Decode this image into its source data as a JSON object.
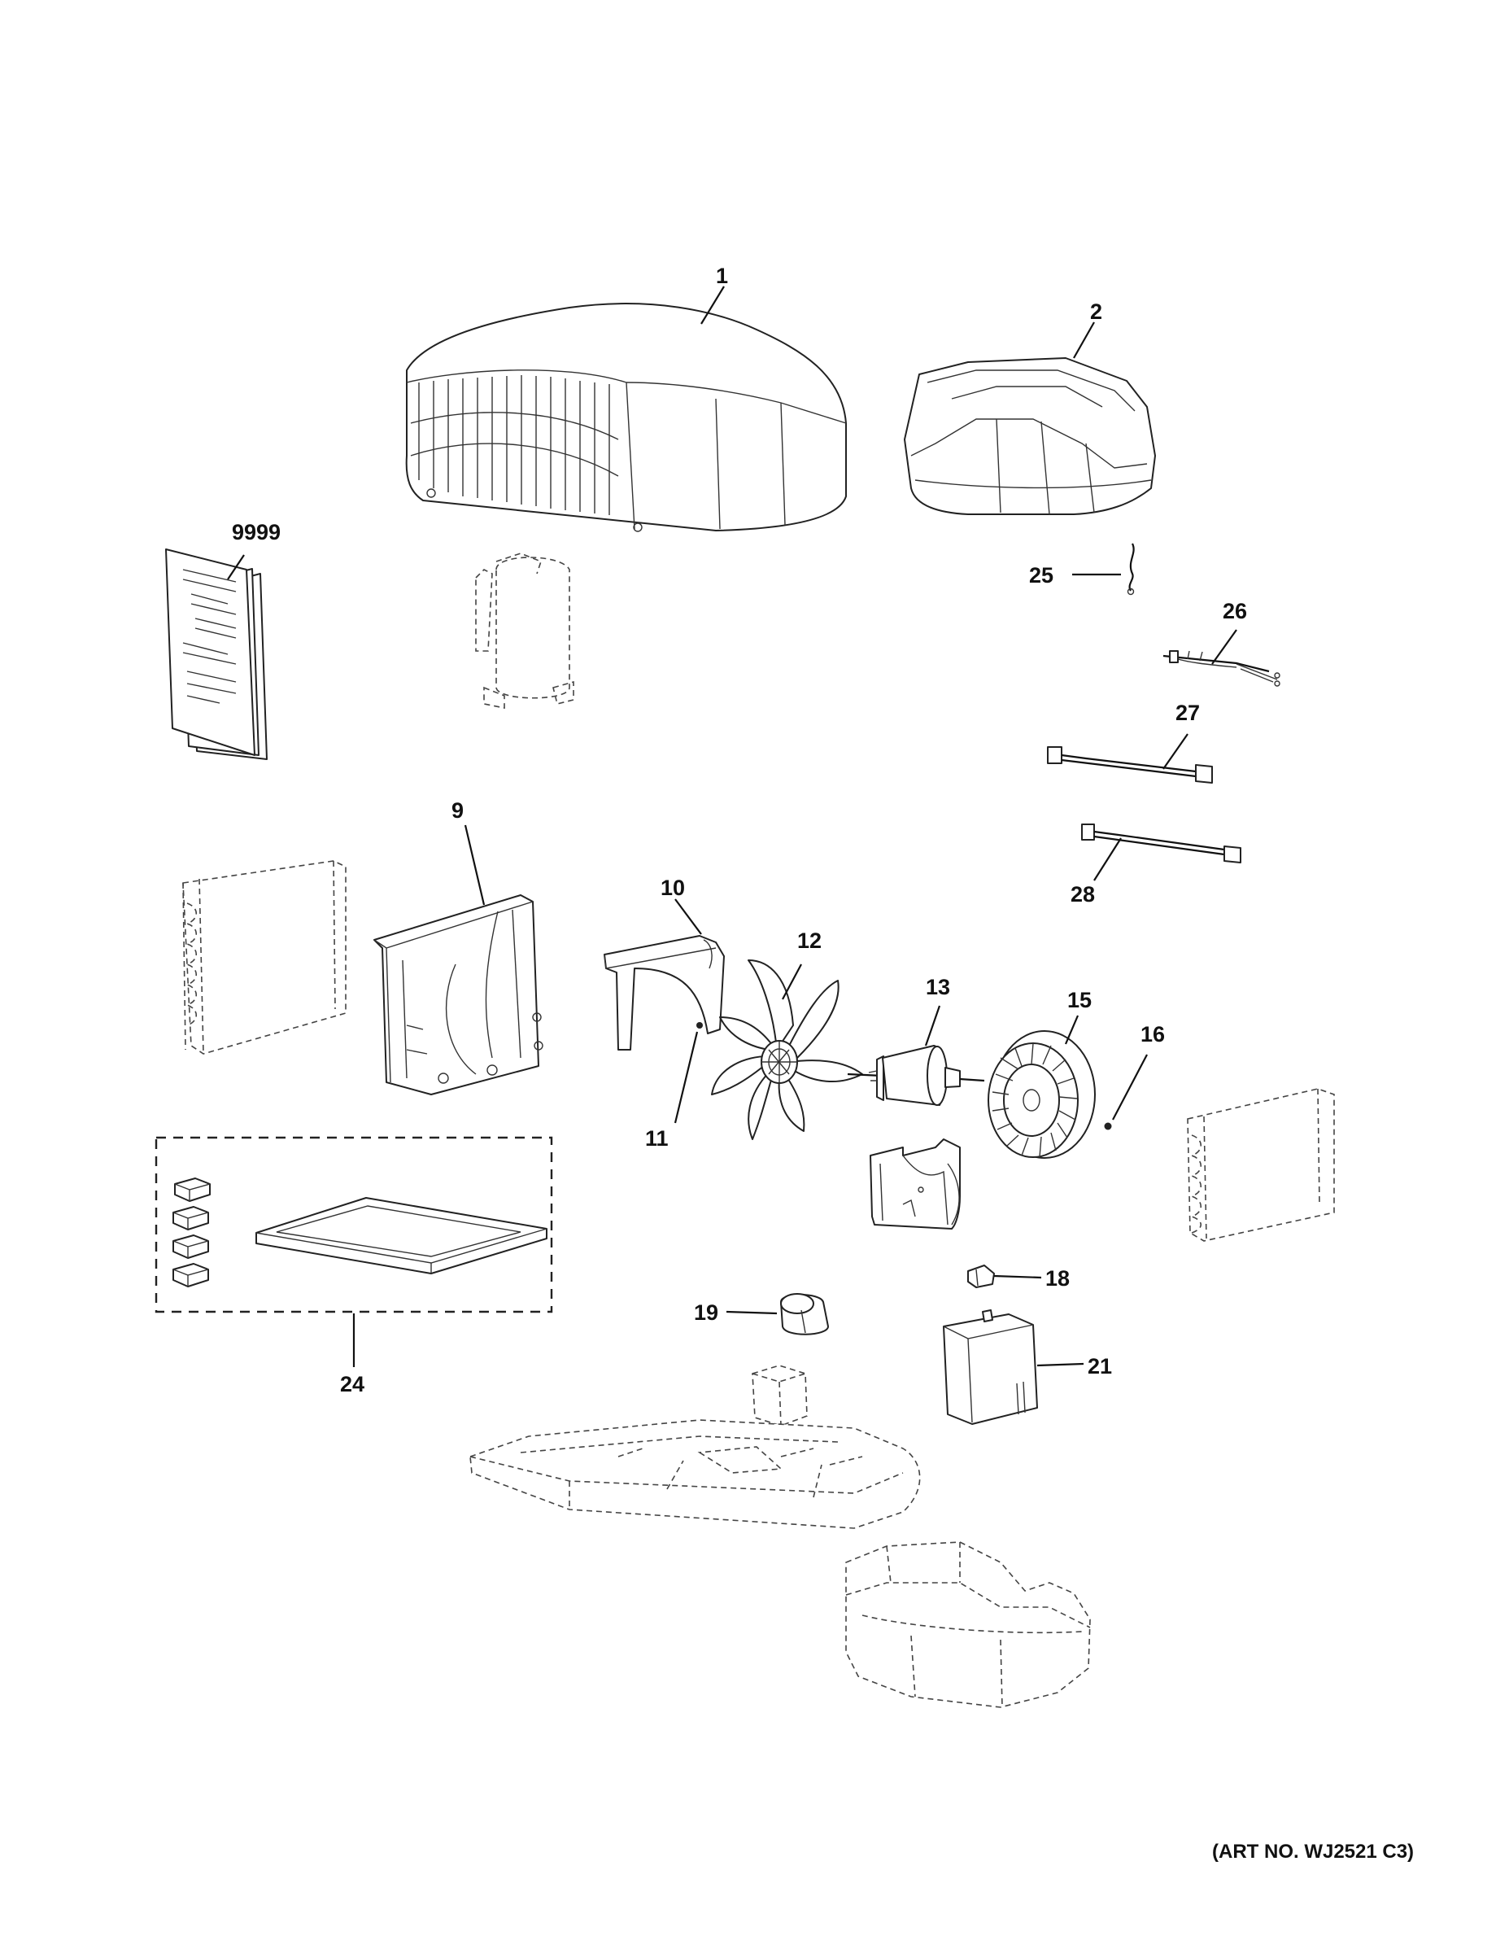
{
  "labels": {
    "p1": "1",
    "p2": "2",
    "p9999": "9999",
    "p25": "25",
    "p26": "26",
    "p27": "27",
    "p28": "28",
    "p9": "9",
    "p10": "10",
    "p12": "12",
    "p11": "11",
    "p13": "13",
    "p15": "15",
    "p16": "16",
    "p18": "18",
    "p19": "19",
    "p21": "21",
    "p24": "24"
  },
  "art_number": "(ART NO. WJ2521 C3)"
}
